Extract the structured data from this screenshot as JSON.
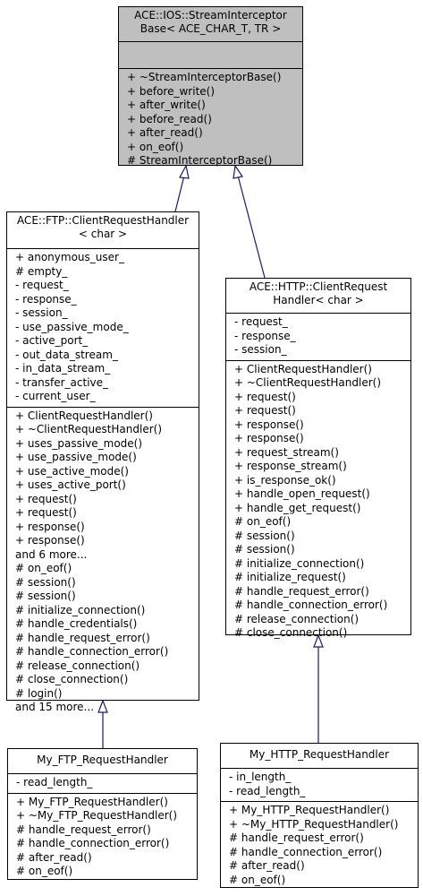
{
  "classes": {
    "base": {
      "title": [
        "ACE::IOS::StreamInterceptor",
        "Base< ACE_CHAR_T, TR >"
      ],
      "attributes": [],
      "methods": [
        "+ ~StreamInterceptorBase()",
        "+ before_write()",
        "+ after_write()",
        "+ before_read()",
        "+ after_read()",
        "+ on_eof()",
        "# StreamInterceptorBase()"
      ]
    },
    "ftp": {
      "title": [
        "ACE::FTP::ClientRequestHandler",
        "< char >"
      ],
      "attributes": [
        "+ anonymous_user_",
        "# empty_",
        "- request_",
        "- response_",
        "- session_",
        "- use_passive_mode_",
        "- active_port_",
        "- out_data_stream_",
        "- in_data_stream_",
        "- transfer_active_",
        "- current_user_"
      ],
      "methods": [
        "+ ClientRequestHandler()",
        "+ ~ClientRequestHandler()",
        "+ uses_passive_mode()",
        "+ use_passive_mode()",
        "+ use_active_mode()",
        "+ uses_active_port()",
        "+ request()",
        "+ request()",
        "+ response()",
        "+ response()",
        "and 6 more...",
        "# on_eof()",
        "# session()",
        "# session()",
        "# initialize_connection()",
        "# handle_credentials()",
        "# handle_request_error()",
        "# handle_connection_error()",
        "# release_connection()",
        "# close_connection()",
        "# login()",
        "and 15 more..."
      ]
    },
    "http": {
      "title": [
        "ACE::HTTP::ClientRequest",
        "Handler< char >"
      ],
      "attributes": [
        "- request_",
        "- response_",
        "- session_"
      ],
      "methods": [
        "+ ClientRequestHandler()",
        "+ ~ClientRequestHandler()",
        "+ request()",
        "+ request()",
        "+ response()",
        "+ response()",
        "+ request_stream()",
        "+ response_stream()",
        "+ is_response_ok()",
        "+ handle_open_request()",
        "+ handle_get_request()",
        "# on_eof()",
        "# session()",
        "# session()",
        "# initialize_connection()",
        "# initialize_request()",
        "# handle_request_error()",
        "# handle_connection_error()",
        "# release_connection()",
        "# close_connection()"
      ]
    },
    "my_ftp": {
      "title": [
        "My_FTP_RequestHandler"
      ],
      "attributes": [
        "- read_length_"
      ],
      "methods": [
        "+ My_FTP_RequestHandler()",
        "+ ~My_FTP_RequestHandler()",
        "# handle_request_error()",
        "# handle_connection_error()",
        "# after_read()",
        "# on_eof()"
      ]
    },
    "my_http": {
      "title": [
        "My_HTTP_RequestHandler"
      ],
      "attributes": [
        "- in_length_",
        "- read_length_"
      ],
      "methods": [
        "+ My_HTTP_RequestHandler()",
        "+ ~My_HTTP_RequestHandler()",
        "# handle_request_error()",
        "# handle_connection_error()",
        "# after_read()",
        "# on_eof()"
      ]
    }
  },
  "colors": {
    "highlight_fill": "#bfbfbf",
    "edge": "#191970",
    "border": "#000000"
  }
}
